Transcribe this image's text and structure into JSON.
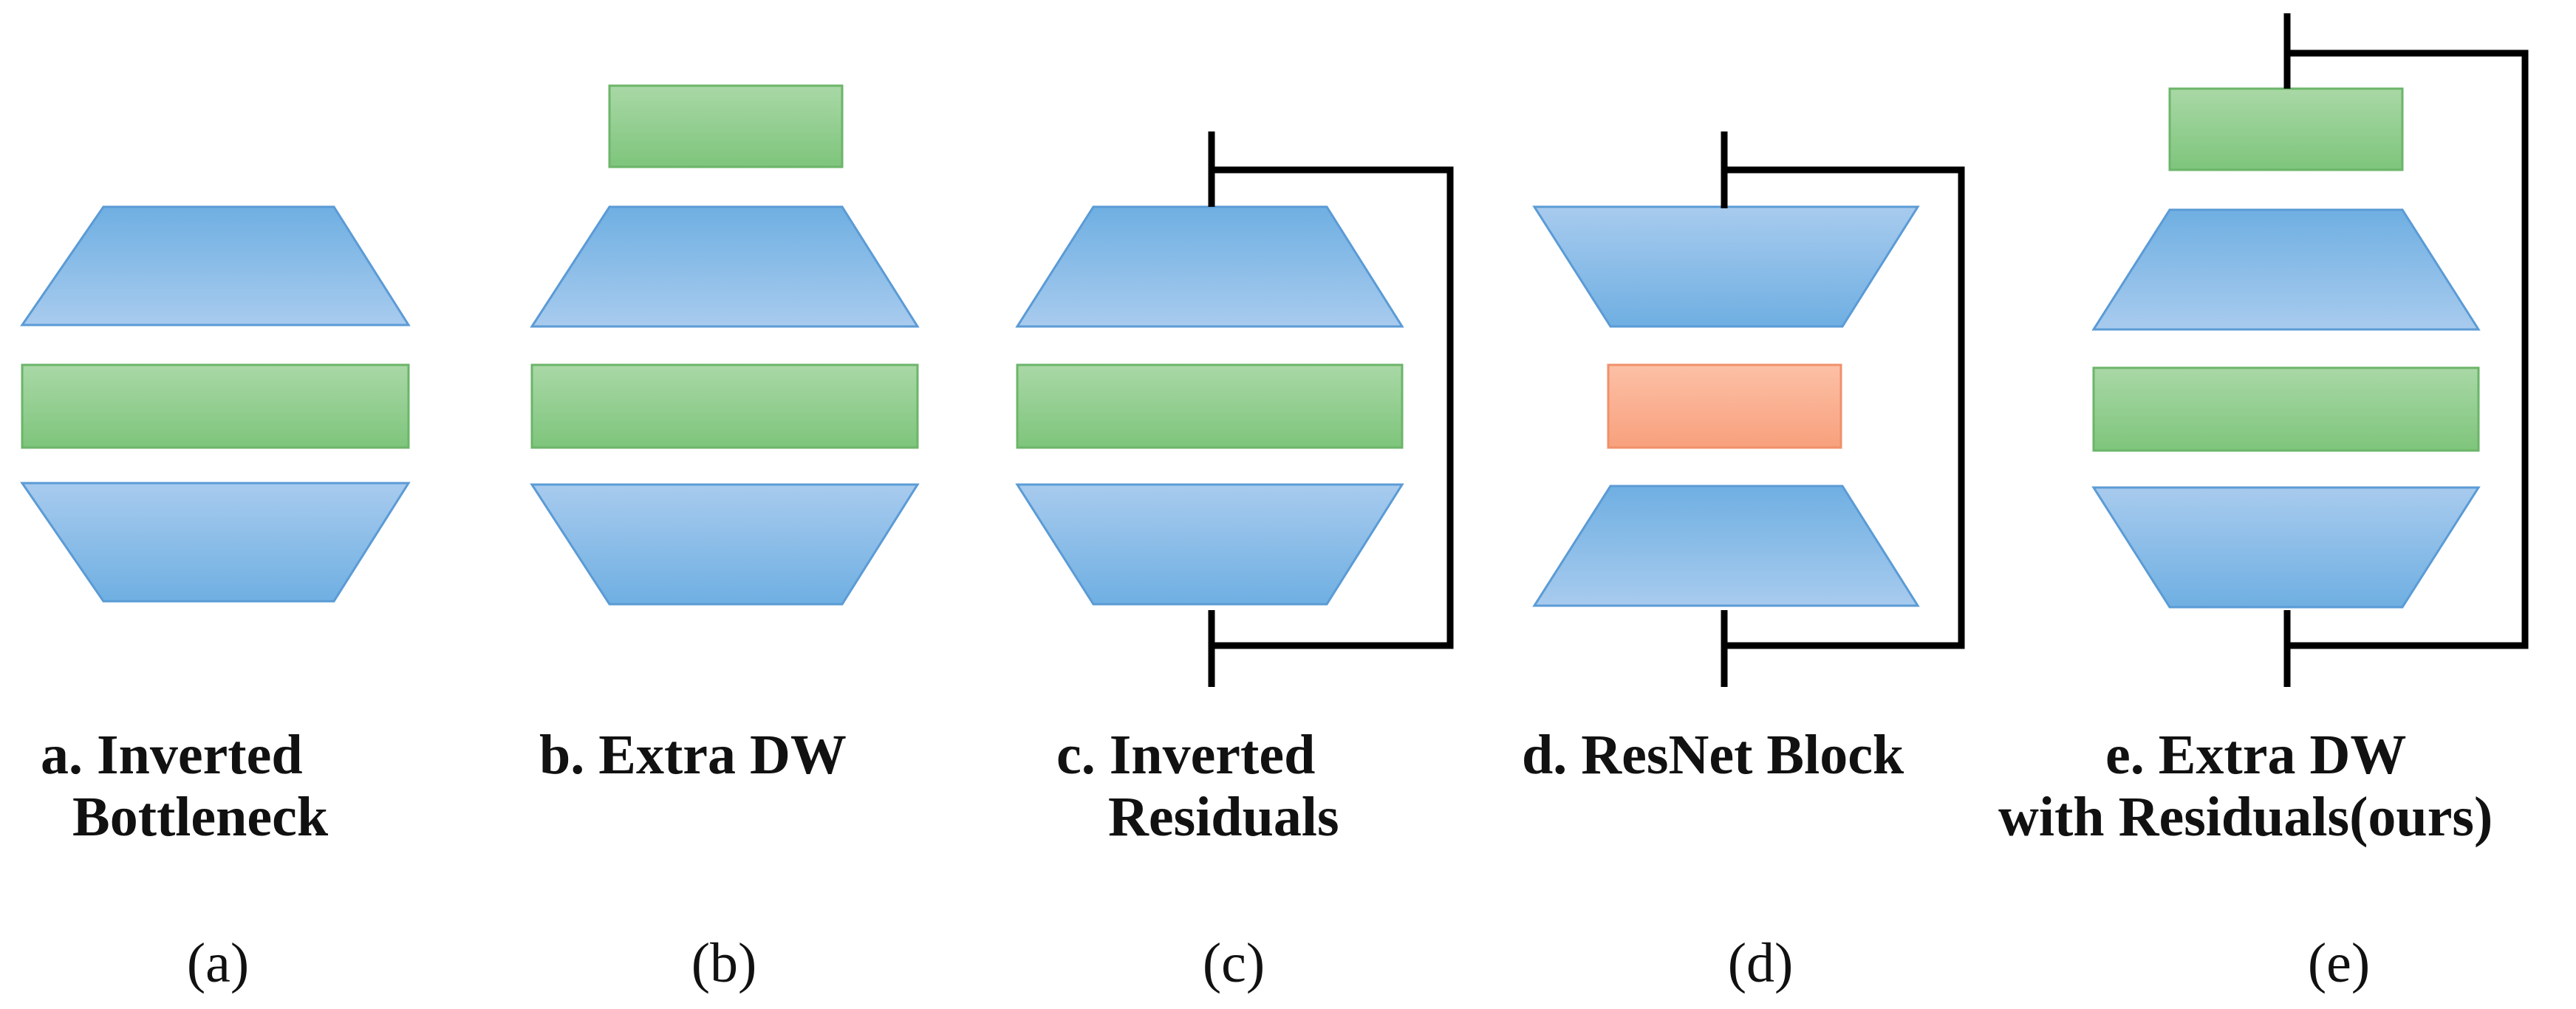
{
  "colors": {
    "blue_top": "#a8cbee",
    "blue_bottom": "#6fafe2",
    "blue_edge": "#5b9bd5",
    "green_top": "#a9d8a6",
    "green_bottom": "#7ec57c",
    "green_edge": "#6cb56a",
    "orange_top": "#fcc0a6",
    "orange_bottom": "#f8a07c",
    "orange_edge": "#f0906a",
    "line": "#000000"
  },
  "panels": [
    {
      "id": "a",
      "caption_line1": "a. Inverted",
      "caption_line2": "Bottleneck",
      "tag": "(a)"
    },
    {
      "id": "b",
      "caption_line1": "b. Extra DW",
      "caption_line2": "",
      "tag": "(b)"
    },
    {
      "id": "c",
      "caption_line1": "c. Inverted",
      "caption_line2": "Residuals",
      "tag": "(c)"
    },
    {
      "id": "d",
      "caption_line1": "d. ResNet Block",
      "caption_line2": "",
      "tag": "(d)"
    },
    {
      "id": "e",
      "caption_line1": "e. Extra DW",
      "caption_line2": "with Residuals(ours)",
      "tag": "(e)"
    }
  ]
}
